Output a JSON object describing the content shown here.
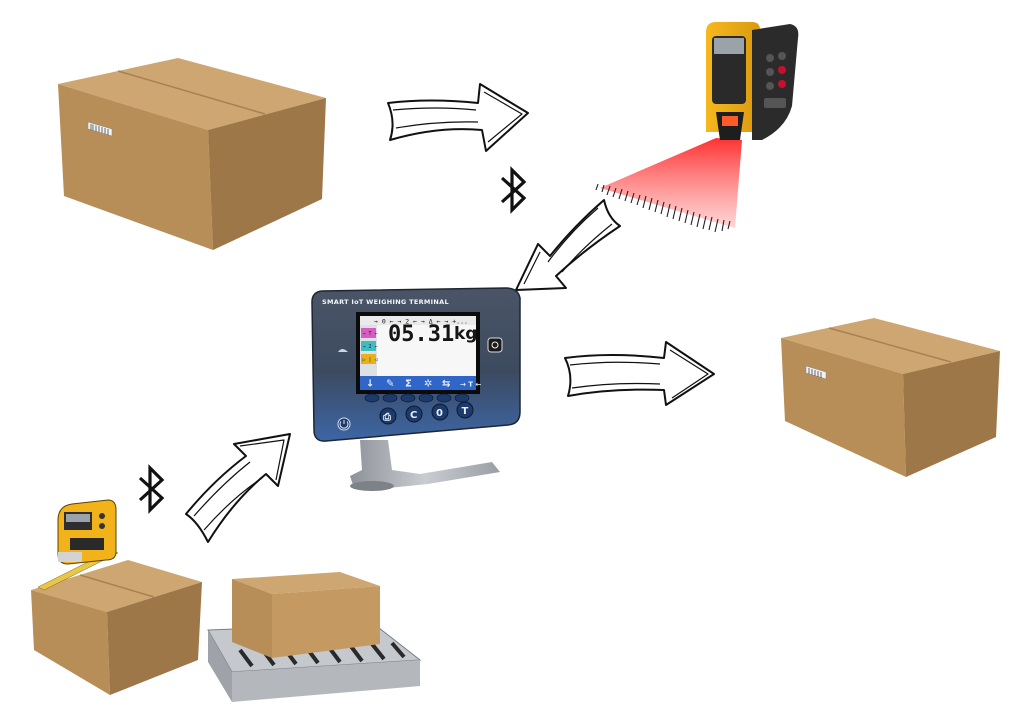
{
  "terminal": {
    "title": "SMART IoT WEIGHING TERMINAL",
    "weight_value": "05.31",
    "weight_unit": "kg",
    "status_icons": "→ 0 ←  → 2 ←  → Δ ←  → +...",
    "side_keys": [
      "→ T ←",
      "→ 2 ←",
      "▷ | ◁"
    ],
    "softkeys": [
      "↓",
      "✎",
      "Σ",
      "✲",
      "⇆",
      "→ T ←"
    ],
    "keypad": [
      "⎙",
      "C",
      "0",
      "T"
    ]
  },
  "icons": {
    "bluetooth_top": "bluetooth",
    "bluetooth_left": "bluetooth"
  },
  "colors": {
    "cardboard_top": "#c9a46e",
    "cardboard_front": "#b8905a",
    "cardboard_side": "#9c7647",
    "scanner_yellow": "#f2b21a",
    "laser_red": "#ff2a2a",
    "terminal_blue": "#3e5f93"
  }
}
